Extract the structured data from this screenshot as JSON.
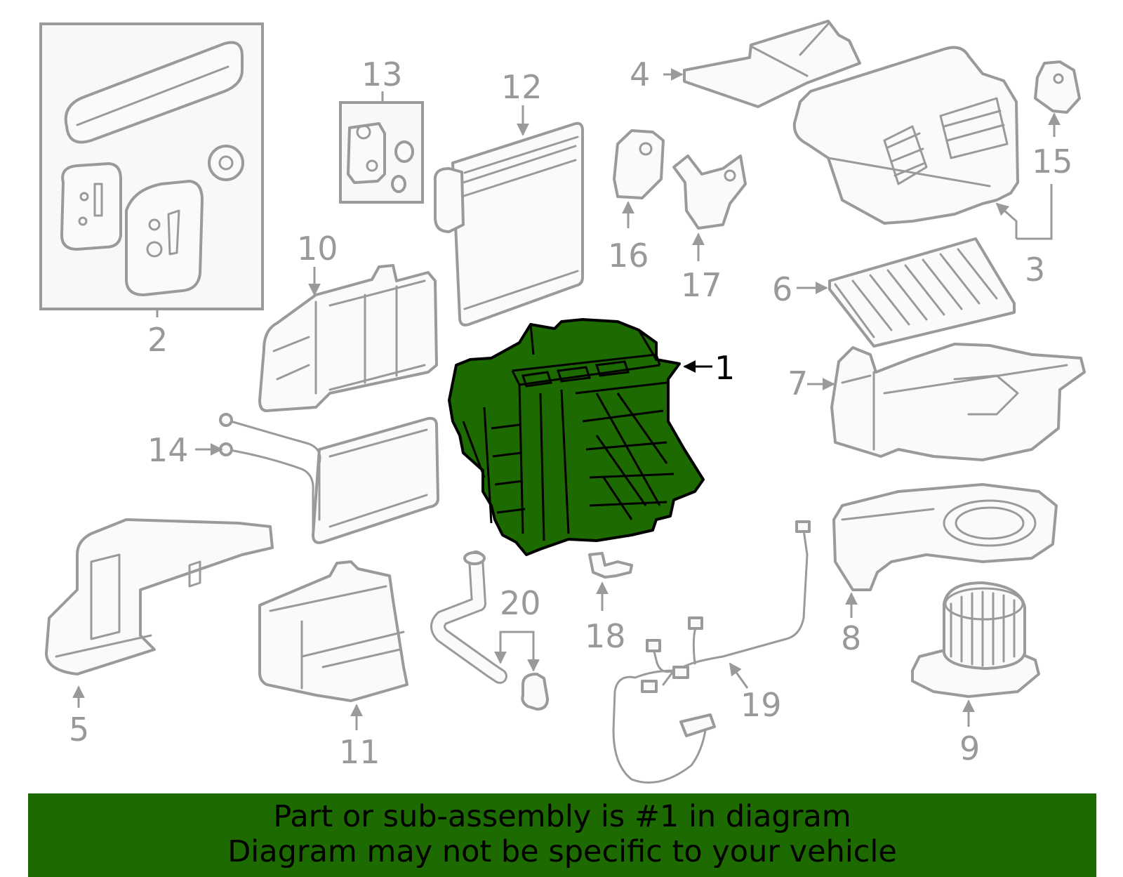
{
  "colors": {
    "highlight": "#1d6a00",
    "part_stroke": "#9a9a9a",
    "label": "#999999",
    "banner": "#1d6a00"
  },
  "selected_part": "1",
  "labels": {
    "p1": "1",
    "p2": "2",
    "p3": "3",
    "p4": "4",
    "p5": "5",
    "p6": "6",
    "p7": "7",
    "p8": "8",
    "p9": "9",
    "p10": "10",
    "p11": "11",
    "p12": "12",
    "p13": "13",
    "p14": "14",
    "p15": "15",
    "p16": "16",
    "p17": "17",
    "p18": "18",
    "p19": "19",
    "p20": "20"
  },
  "banner": {
    "line1": "Part or sub-assembly is #1 in diagram",
    "line2": "Diagram may not be specific to your vehicle"
  }
}
